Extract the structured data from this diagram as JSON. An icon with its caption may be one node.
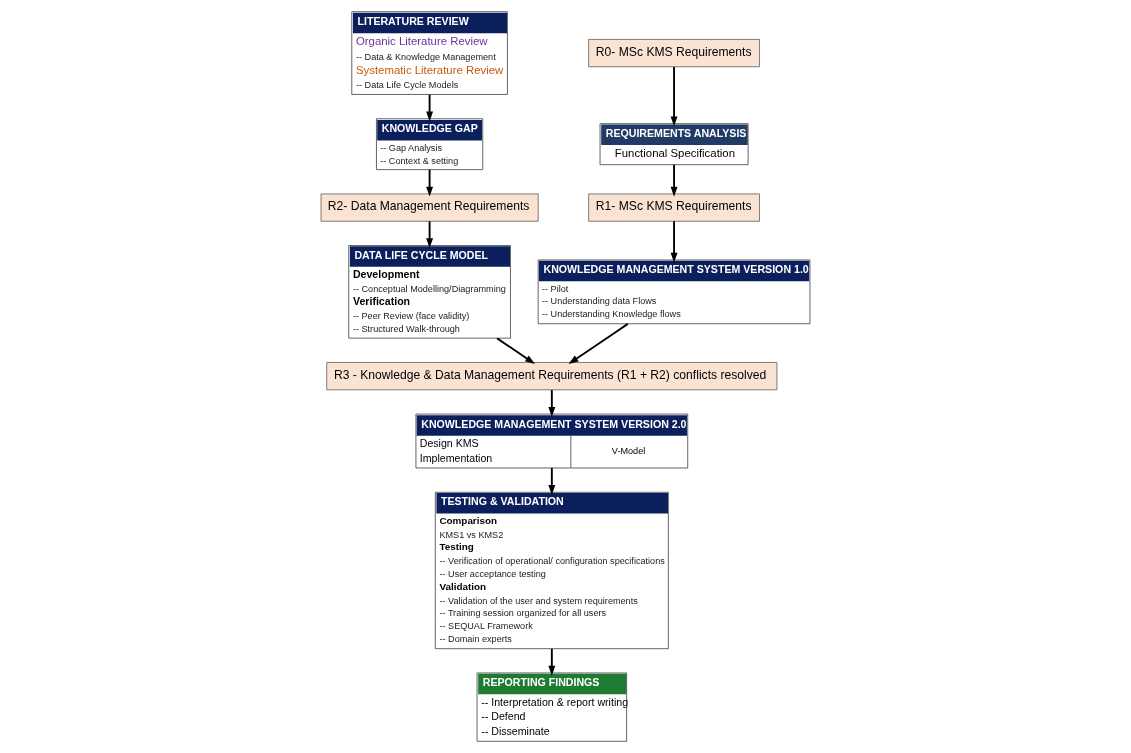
{
  "diagram": {
    "nodes": [
      {
        "text": [
          "LITERATURE REVIEW",
          "Organic Literature Review",
          "-- Data & Knowledge Management",
          "Systematic Literature Review",
          "-- Data Life Cycle Models"
        ]
      },
      {
        "text": [
          "KNOWLEDGE GAP",
          "-- Gap Analysis",
          "-- Context & setting"
        ]
      },
      {
        "text": [
          "R2- Data Management Requirements"
        ]
      },
      {
        "text": [
          "DATA LIFE CYCLE MODEL",
          "Development",
          "-- Conceptual Modelling/Diagramming",
          "Verification",
          "-- Peer Review (face validity)",
          "-- Structured Walk-through"
        ]
      },
      {
        "text": [
          "R0- MSc KMS Requirements"
        ]
      },
      {
        "text": [
          "REQUIREMENTS ANALYSIS",
          "Functional Specification"
        ]
      },
      {
        "text": [
          "R1- MSc KMS Requirements"
        ]
      },
      {
        "text": [
          "KNOWLEDGE MANAGEMENT SYSTEM VERSION 1.0",
          "-- Pilot",
          "-- Understanding data Flows",
          "-- Understanding Knowledge flows"
        ]
      },
      {
        "text": [
          "R3 - Knowledge & Data Management Requirements (R1 + R2) conflicts resolved"
        ]
      },
      {
        "text": [
          "KNOWLEDGE MANAGEMENT SYSTEM VERSION 2.0",
          "Design KMS",
          "Implementation",
          "V-Model"
        ]
      },
      {
        "text": [
          "TESTING & VALIDATION",
          "Comparison",
          "KMS1 vs KMS2",
          "Testing",
          "-- Verification of operational/ configuration specifications",
          "-- User acceptance testing",
          "Validation",
          "-- Validation of the user and system requirements",
          "-- Training session organized for all users",
          "-- SEQUAL Framework",
          "-- Domain experts"
        ]
      },
      {
        "text": [
          "REPORTING FINDINGS",
          "-- Interpretation & report writing",
          "-- Defend",
          "-- Disseminate"
        ]
      }
    ],
    "edges": [
      {
        "from": 0,
        "to": 1,
        "arrow": "to"
      },
      {
        "from": 1,
        "to": 2,
        "arrow": "to"
      },
      {
        "from": 2,
        "to": 3,
        "arrow": "to"
      },
      {
        "from": 4,
        "to": 5,
        "arrow": "to"
      },
      {
        "from": 5,
        "to": 6,
        "arrow": "to"
      },
      {
        "from": 6,
        "to": 7,
        "arrow": "to"
      },
      {
        "from": 3,
        "to": 8,
        "arrow": "to"
      },
      {
        "from": 7,
        "to": 8,
        "arrow": "to"
      },
      {
        "from": 8,
        "to": 9,
        "arrow": "to"
      },
      {
        "from": 9,
        "to": 10,
        "arrow": "to"
      },
      {
        "from": 10,
        "to": 11,
        "arrow": "to"
      }
    ]
  }
}
